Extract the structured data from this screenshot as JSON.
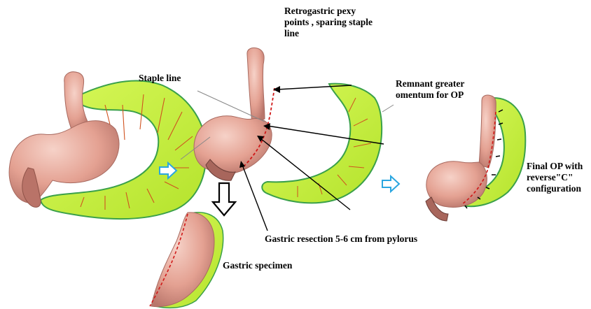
{
  "labels": {
    "retrogastric": "Retrogastric pexy points , sparing staple line",
    "staple_line": "Staple line",
    "remnant": "Remnant greater omentum for OP",
    "final_op": "Final OP with reverse\"C\" configuration",
    "resection": "Gastric resection 5-6 cm from pylorus",
    "specimen": "Gastric specimen"
  },
  "colors": {
    "stomach": "#e8a597",
    "stomach_shade": "#c97f73",
    "omentum": "#c6f23c",
    "omentum_edge": "#3aa04a",
    "vessels": "#d0521f",
    "staple": "#d01818",
    "flow_arrow": "#2aa6e0"
  },
  "icons": [
    "flow-arrow-right-icon",
    "down-arrow-icon"
  ]
}
